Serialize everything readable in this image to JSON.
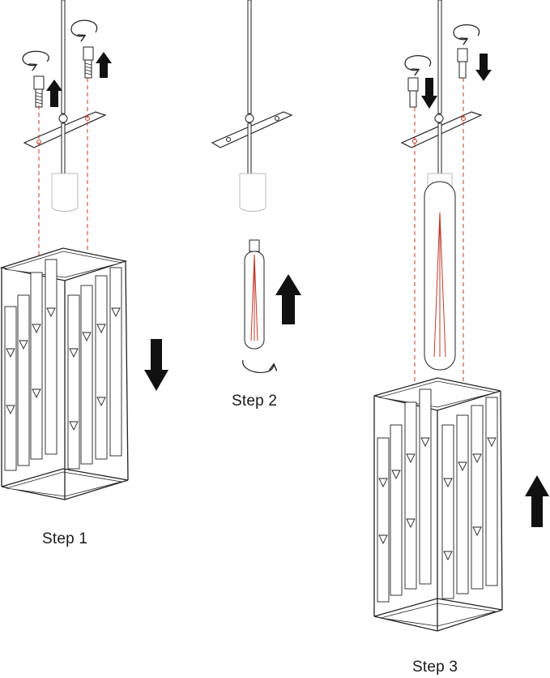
{
  "steps": [
    {
      "label": "Step 1"
    },
    {
      "label": "Step 2"
    },
    {
      "label": "Step 3"
    }
  ],
  "colors": {
    "line": "#222222",
    "guide": "#c0392b",
    "filament": "#c0392b",
    "arrow": "#111111",
    "background": "#ffffff"
  },
  "icons": [
    "up-arrow-icon",
    "down-arrow-icon",
    "rotate-arrow-icon"
  ]
}
